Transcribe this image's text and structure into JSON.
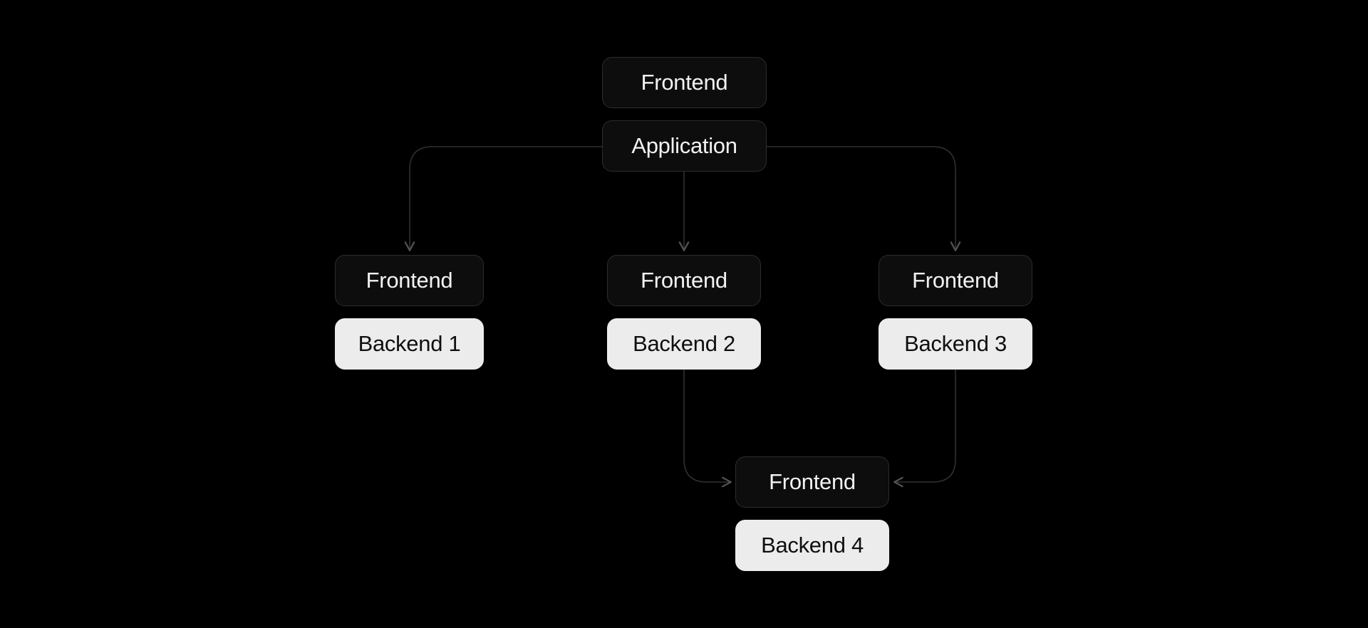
{
  "diagram": {
    "title": "application-architecture-flow",
    "background": "#000000",
    "colors": {
      "node_dark_fill": "#0d0d0d",
      "node_dark_border": "#2c2c2c",
      "node_dark_text": "#f2f2f2",
      "node_light_fill": "#ececec",
      "node_light_text": "#0f0f0f",
      "edge": "#303030",
      "arrowhead": "#525252"
    },
    "nodes": [
      {
        "id": "application",
        "frontend_label": "Frontend",
        "main_label": "Application",
        "variant": "dark"
      },
      {
        "id": "backend-1",
        "frontend_label": "Frontend",
        "main_label": "Backend 1",
        "variant": "light"
      },
      {
        "id": "backend-2",
        "frontend_label": "Frontend",
        "main_label": "Backend 2",
        "variant": "light"
      },
      {
        "id": "backend-3",
        "frontend_label": "Frontend",
        "main_label": "Backend 3",
        "variant": "light"
      },
      {
        "id": "backend-4",
        "frontend_label": "Frontend",
        "main_label": "Backend 4",
        "variant": "light"
      }
    ],
    "edges": [
      {
        "from": "application",
        "to": "backend-1"
      },
      {
        "from": "application",
        "to": "backend-2"
      },
      {
        "from": "application",
        "to": "backend-3"
      },
      {
        "from": "backend-2",
        "to": "backend-4"
      },
      {
        "from": "backend-3",
        "to": "backend-4"
      }
    ]
  }
}
